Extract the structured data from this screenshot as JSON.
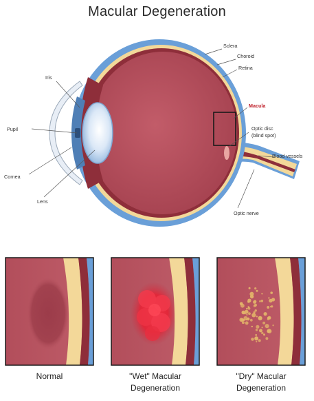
{
  "title": "Macular Degeneration",
  "labels": {
    "sclera": "Sclera",
    "choroid": "Choroid",
    "retina": "Retina",
    "iris": "Iris",
    "pupil": "Pupil",
    "cornea": "Cornea",
    "lens": "Lens",
    "macula": "Macula",
    "optic_disc_line1": "Optic disc",
    "optic_disc_line2": "(blind spot)",
    "blood_vessels": "Blood vessels",
    "optic_nerve": "Optic nerve"
  },
  "panels": [
    {
      "caption_line1": "Normal",
      "caption_line2": ""
    },
    {
      "caption_line1": "\"Wet\" Macular",
      "caption_line2": "Degeneration"
    },
    {
      "caption_line1": "\"Dry\" Macular",
      "caption_line2": "Degeneration"
    }
  ],
  "colors": {
    "vitreous": "#b9505d",
    "sclera": "#6a9fd8",
    "choroid": "#f3d899",
    "retina": "#8e2e3a",
    "wet_lesion": "#e8283a",
    "drusen": "#e3b46a"
  }
}
